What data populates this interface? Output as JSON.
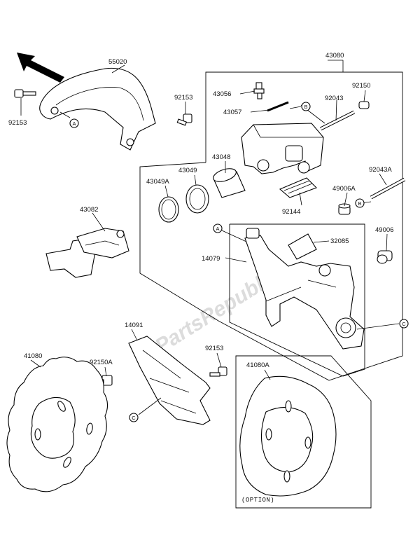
{
  "watermark": "PartsRepublik",
  "option_label": "(OPTION)",
  "parts": {
    "p55020": "55020",
    "p43080": "43080",
    "p92153_top": "92153",
    "p92153_left": "92153",
    "p43056": "43056",
    "p92150": "92150",
    "p92043": "92043",
    "p43057": "43057",
    "p43048": "43048",
    "p43049": "43049",
    "p43049A": "43049A",
    "p92043A": "92043A",
    "p49006A": "49006A",
    "p92144": "92144",
    "p43082": "43082",
    "p49006": "49006",
    "p32085": "32085",
    "p14079": "14079",
    "p14091": "14091",
    "p41080": "41080",
    "p92153_mid": "92153",
    "p92150A": "92150A",
    "p41080A": "41080A"
  },
  "refs": {
    "a": "A",
    "b": "B",
    "c": "C"
  }
}
